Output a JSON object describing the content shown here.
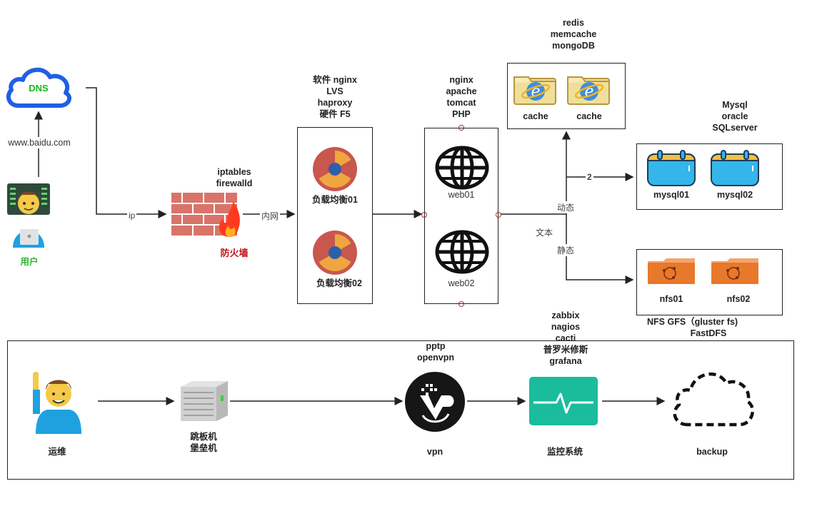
{
  "nodes": {
    "dns": "DNS",
    "user": "用户",
    "firewall": "防火墙",
    "lb1": "负载均衡01",
    "lb2": "负载均衡02",
    "web1": "web01",
    "web2": "web02",
    "cache1": "cache",
    "cache2": "cache",
    "mysql1": "mysql01",
    "mysql2": "mysql02",
    "nfs1": "nfs01",
    "nfs2": "nfs02",
    "ops": "运维",
    "jump_line1": "跳板机",
    "jump_line2": "堡垒机",
    "vpn": "vpn",
    "monitor": "监控系统",
    "backup": "backup"
  },
  "annotations": {
    "firewall_tools": [
      "iptables",
      "firewalld"
    ],
    "lb_tools": [
      "软件 nginx",
      "LVS",
      "haproxy",
      "硬件 F5"
    ],
    "web_tools": [
      "nginx",
      "apache",
      "tomcat",
      "PHP"
    ],
    "cache_tools": [
      "redis",
      "memcache",
      "mongoDB"
    ],
    "db_tools": [
      "Mysql",
      "oracle",
      "SQLserver"
    ],
    "storage_tools_line1": "NFS     GFS（gluster fs)",
    "storage_tools_line2": "FastDFS",
    "vpn_tools": [
      "pptp",
      "openvpn"
    ],
    "monitor_tools": [
      "zabbix",
      "nagios",
      "cacti",
      "普罗米修斯",
      "grafana"
    ]
  },
  "edges": {
    "dns_user": "www.baidu.com",
    "to_firewall": "ip",
    "to_lb": "内网",
    "dynamic": "动态",
    "static": "静态",
    "text": "文本",
    "to_db": "2"
  },
  "colors": {
    "dns_stroke": "#1f5fe6",
    "dns_text": "#18b818",
    "user_text": "#2db52d",
    "firewall_text": "#c0141c",
    "monitor_fill": "#1abc9c",
    "db_fill": "#34b6ea",
    "db_top": "#f5c042",
    "nfs_fill": "#e8782a"
  }
}
